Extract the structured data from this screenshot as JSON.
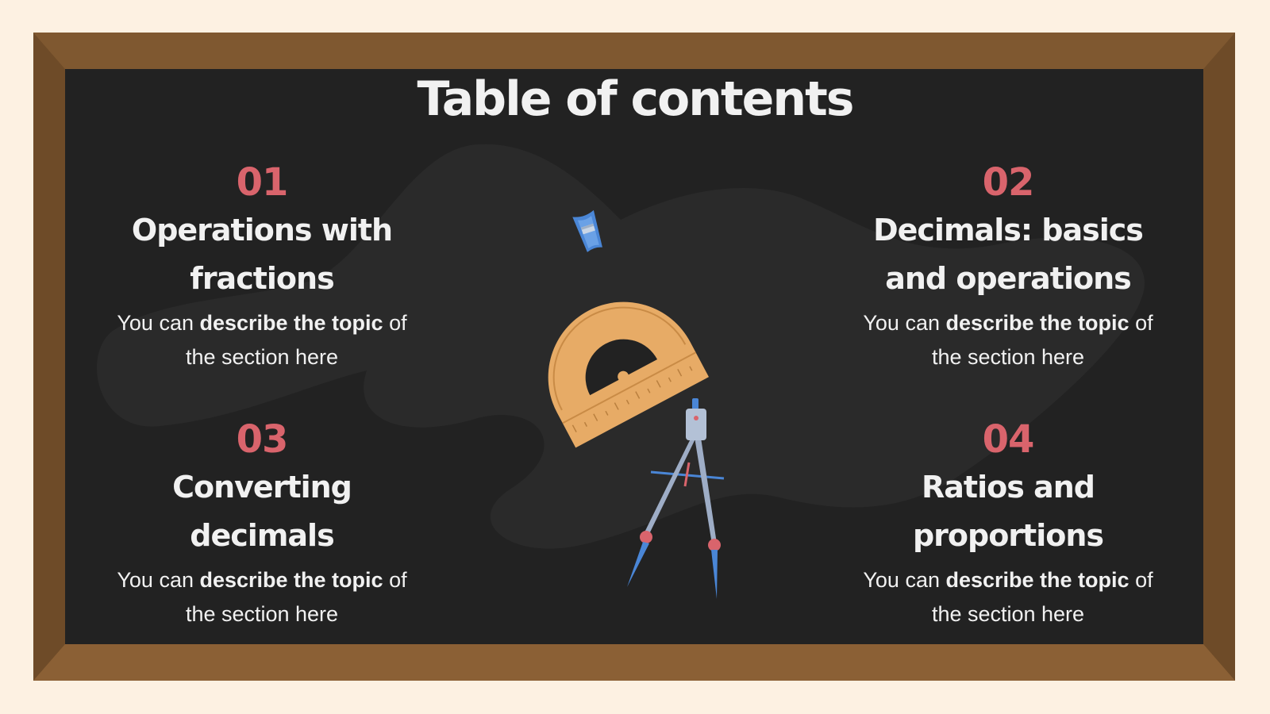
{
  "title": "Table of contents",
  "sections": [
    {
      "number": "01",
      "heading": "Operations with fractions",
      "desc_pre": "You can ",
      "desc_bold": "describe the topic",
      "desc_post": " of the section here"
    },
    {
      "number": "02",
      "heading": "Decimals: basics and operations",
      "desc_pre": "You can ",
      "desc_bold": "describe the topic",
      "desc_post": " of the section here"
    },
    {
      "number": "03",
      "heading": "Converting decimals",
      "desc_pre": "You can ",
      "desc_bold": "describe the topic",
      "desc_post": " of the section here"
    },
    {
      "number": "04",
      "heading": "Ratios and proportions",
      "desc_pre": "You can ",
      "desc_bold": "describe the topic",
      "desc_post": " of the section here"
    }
  ],
  "icons": [
    "sharpener-icon",
    "protractor-icon",
    "compass-icon"
  ],
  "colors": {
    "background": "#fdf1e2",
    "frame": "#845b31",
    "board": "#222222",
    "accent": "#d9646c",
    "text": "#f1f1f1"
  }
}
